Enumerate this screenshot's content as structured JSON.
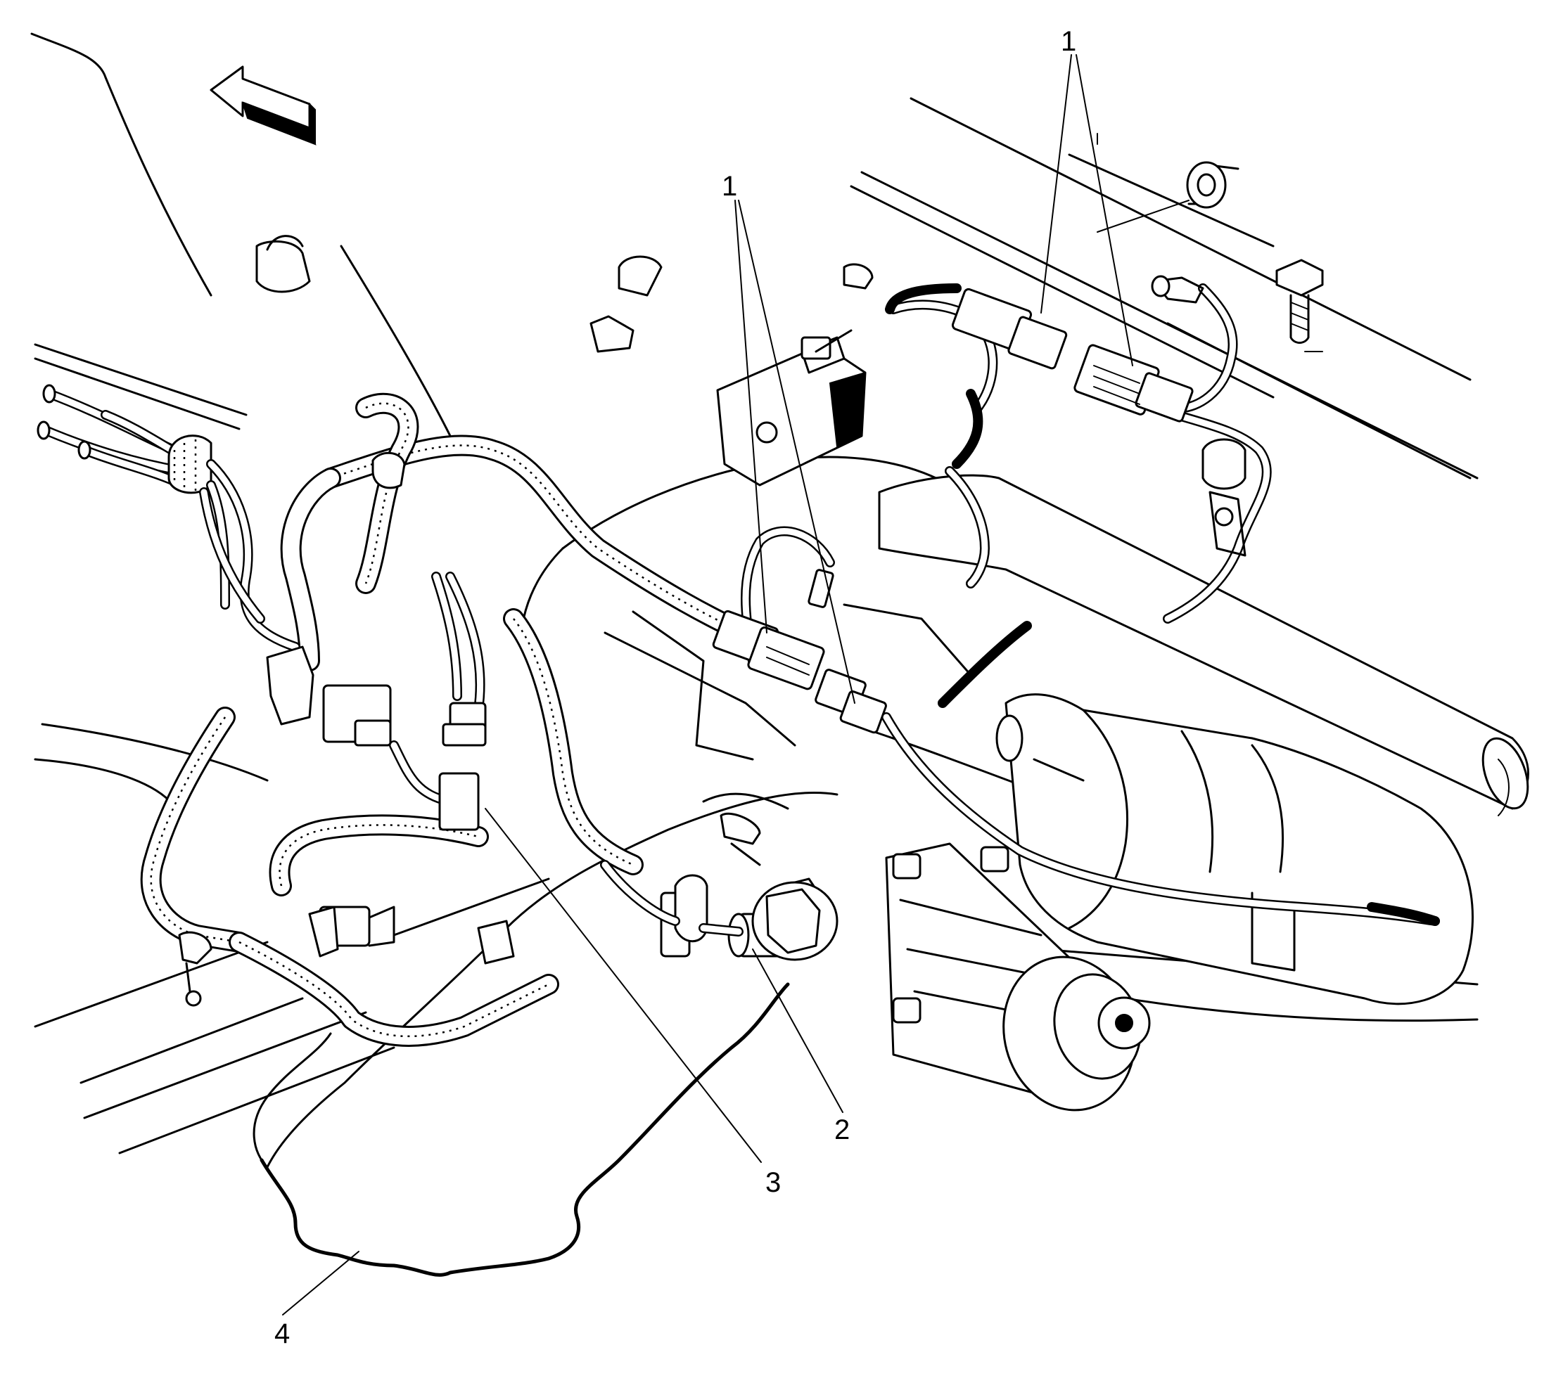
{
  "callouts": [
    {
      "id": "1",
      "label": "1"
    },
    {
      "id": "1b",
      "label": "1"
    },
    {
      "id": "2",
      "label": "2"
    },
    {
      "id": "3",
      "label": "3"
    },
    {
      "id": "4",
      "label": "4"
    }
  ],
  "icons": {
    "direction_arrow": "front-direction-arrow-icon"
  }
}
